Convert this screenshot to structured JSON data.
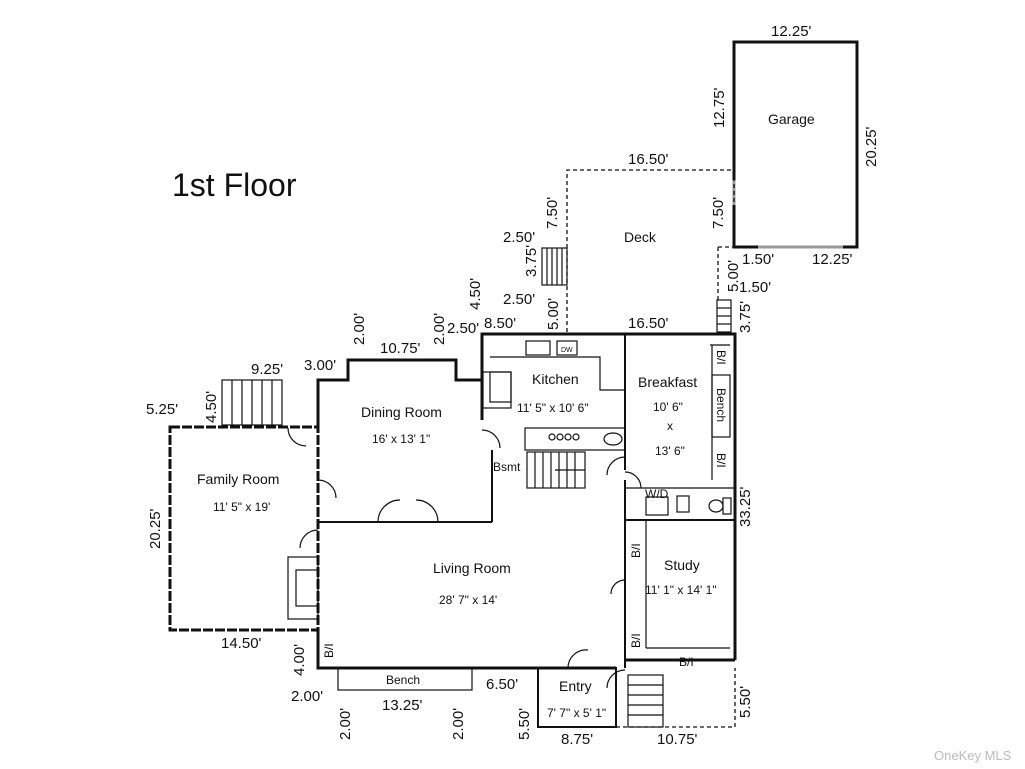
{
  "title": "1st Floor",
  "watermark": "OneKey MLS",
  "rooms": {
    "garage": "Garage",
    "deck": "Deck",
    "kitchen": {
      "name": "Kitchen",
      "size": "11' 5\" x 10' 6\""
    },
    "breakfast": {
      "name": "Breakfast",
      "size_1": "10' 6\"",
      "size_x": "x",
      "size_2": "13' 6\""
    },
    "dining": {
      "name": "Dining Room",
      "size": "16' x 13' 1\""
    },
    "family": {
      "name": "Family Room",
      "size": "11' 5\" x 19'"
    },
    "living": {
      "name": "Living Room",
      "size": "28' 7\" x 14'"
    },
    "study": {
      "name": "Study",
      "size": "11' 1\" x 14' 1\""
    },
    "entry": {
      "name": "Entry",
      "size": "7' 7\" x 5' 1\""
    }
  },
  "labels": {
    "bsmt": "Bsmt",
    "wd": "W/D",
    "dw": "DW",
    "bench_living": "Bench",
    "bench_breakfast": "Bench",
    "bi_1": "B/I",
    "bi_2": "B/I",
    "bi_3": "B/I",
    "bi_4": "B/I",
    "bi_5": "B/I",
    "bi_6": "B/I"
  },
  "dimensions": {
    "garage_top": "12.25'",
    "garage_left": "12.75'",
    "garage_right": "20.25'",
    "garage_bottom": "12.25'",
    "garage_step_h": "1.50'",
    "garage_step_h2": "1.50'",
    "garage_step_v": "5.00'",
    "garage_step_v2": "3.75'",
    "deck_top": "16.50'",
    "deck_left": "7.50'",
    "deck_right": "7.50'",
    "deck_bottom": "16.50'",
    "deck_step_w_top": "2.50'",
    "deck_step_h": "3.75'",
    "deck_step_w_bottom": "2.50'",
    "deck_left_lower": "5.00'",
    "kitchen_top": "8.50'",
    "kitchen_step_v": "4.50'",
    "kitchen_step_h": "2.50'",
    "dining_top": "10.75'",
    "dining_left_v": "2.00'",
    "dining_right_v": "2.00'",
    "dining_left_h": "3.00'",
    "family_step_w": "9.25'",
    "family_step_h": "4.50'",
    "family_top_left": "5.25'",
    "family_left": "20.25'",
    "family_bottom": "14.50'",
    "living_left_v": "4.00'",
    "bench_left_h": "2.00'",
    "bench_width": "13.25'",
    "bench_depth_left": "2.00'",
    "bench_depth_right": "2.00'",
    "entry_left_h": "6.50'",
    "entry_depth": "5.50'",
    "entry_width": "8.75'",
    "porch_width": "10.75'",
    "porch_depth": "5.50'",
    "right_side": "33.25'"
  }
}
